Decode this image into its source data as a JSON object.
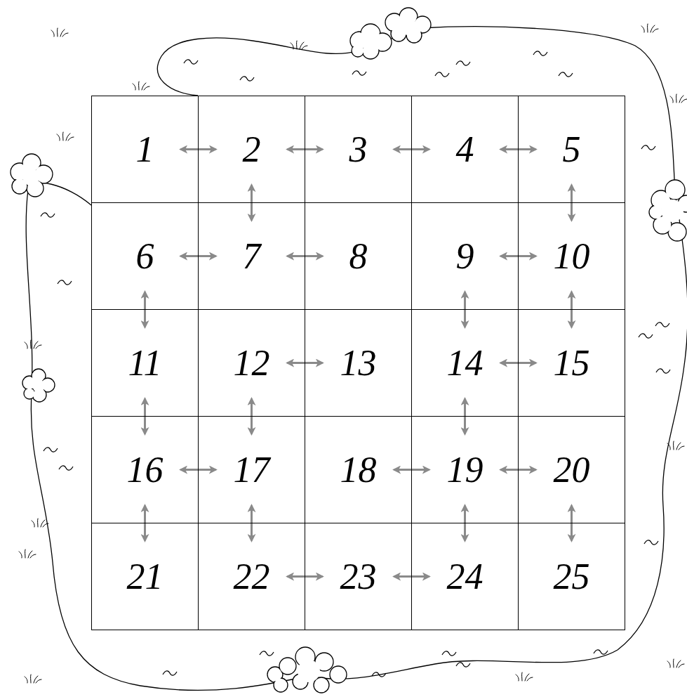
{
  "diagram": {
    "nodes": [
      {
        "text": [
          "1"
        ]
      },
      {
        "text": [
          "2"
        ]
      },
      {
        "text": [
          "3"
        ]
      },
      {
        "text": [
          "4"
        ]
      },
      {
        "text": [
          "5"
        ]
      },
      {
        "text": [
          "6"
        ]
      },
      {
        "text": [
          "7"
        ]
      },
      {
        "text": [
          "8"
        ]
      },
      {
        "text": [
          "9"
        ]
      },
      {
        "text": [
          "10"
        ]
      },
      {
        "text": [
          "11"
        ]
      },
      {
        "text": [
          "12"
        ]
      },
      {
        "text": [
          "13"
        ]
      },
      {
        "text": [
          "14"
        ]
      },
      {
        "text": [
          "15"
        ]
      },
      {
        "text": [
          "16"
        ]
      },
      {
        "text": [
          "17"
        ]
      },
      {
        "text": [
          "18"
        ]
      },
      {
        "text": [
          "19"
        ]
      },
      {
        "text": [
          "20"
        ]
      },
      {
        "text": [
          "21"
        ]
      },
      {
        "text": [
          "22"
        ]
      },
      {
        "text": [
          "23"
        ]
      },
      {
        "text": [
          "24"
        ]
      },
      {
        "text": [
          "25"
        ]
      }
    ],
    "edges": [
      {
        "from": 0,
        "to": 1,
        "arrow": "both"
      },
      {
        "from": 1,
        "to": 2,
        "arrow": "both"
      },
      {
        "from": 2,
        "to": 3,
        "arrow": "both"
      },
      {
        "from": 3,
        "to": 4,
        "arrow": "both"
      },
      {
        "from": 5,
        "to": 6,
        "arrow": "both"
      },
      {
        "from": 6,
        "to": 7,
        "arrow": "both"
      },
      {
        "from": 8,
        "to": 9,
        "arrow": "both"
      },
      {
        "from": 11,
        "to": 12,
        "arrow": "both"
      },
      {
        "from": 13,
        "to": 14,
        "arrow": "both"
      },
      {
        "from": 15,
        "to": 16,
        "arrow": "both"
      },
      {
        "from": 17,
        "to": 18,
        "arrow": "both"
      },
      {
        "from": 18,
        "to": 19,
        "arrow": "both"
      },
      {
        "from": 21,
        "to": 22,
        "arrow": "both"
      },
      {
        "from": 22,
        "to": 23,
        "arrow": "both"
      },
      {
        "from": 1,
        "to": 6,
        "arrow": "both"
      },
      {
        "from": 4,
        "to": 9,
        "arrow": "both"
      },
      {
        "from": 5,
        "to": 10,
        "arrow": "both"
      },
      {
        "from": 8,
        "to": 13,
        "arrow": "both"
      },
      {
        "from": 9,
        "to": 14,
        "arrow": "both"
      },
      {
        "from": 10,
        "to": 15,
        "arrow": "both"
      },
      {
        "from": 11,
        "to": 16,
        "arrow": "both"
      },
      {
        "from": 13,
        "to": 18,
        "arrow": "both"
      },
      {
        "from": 15,
        "to": 20,
        "arrow": "both"
      },
      {
        "from": 16,
        "to": 21,
        "arrow": "both"
      },
      {
        "from": 18,
        "to": 23,
        "arrow": "both"
      },
      {
        "from": 19,
        "to": 24,
        "arrow": "both"
      }
    ]
  }
}
